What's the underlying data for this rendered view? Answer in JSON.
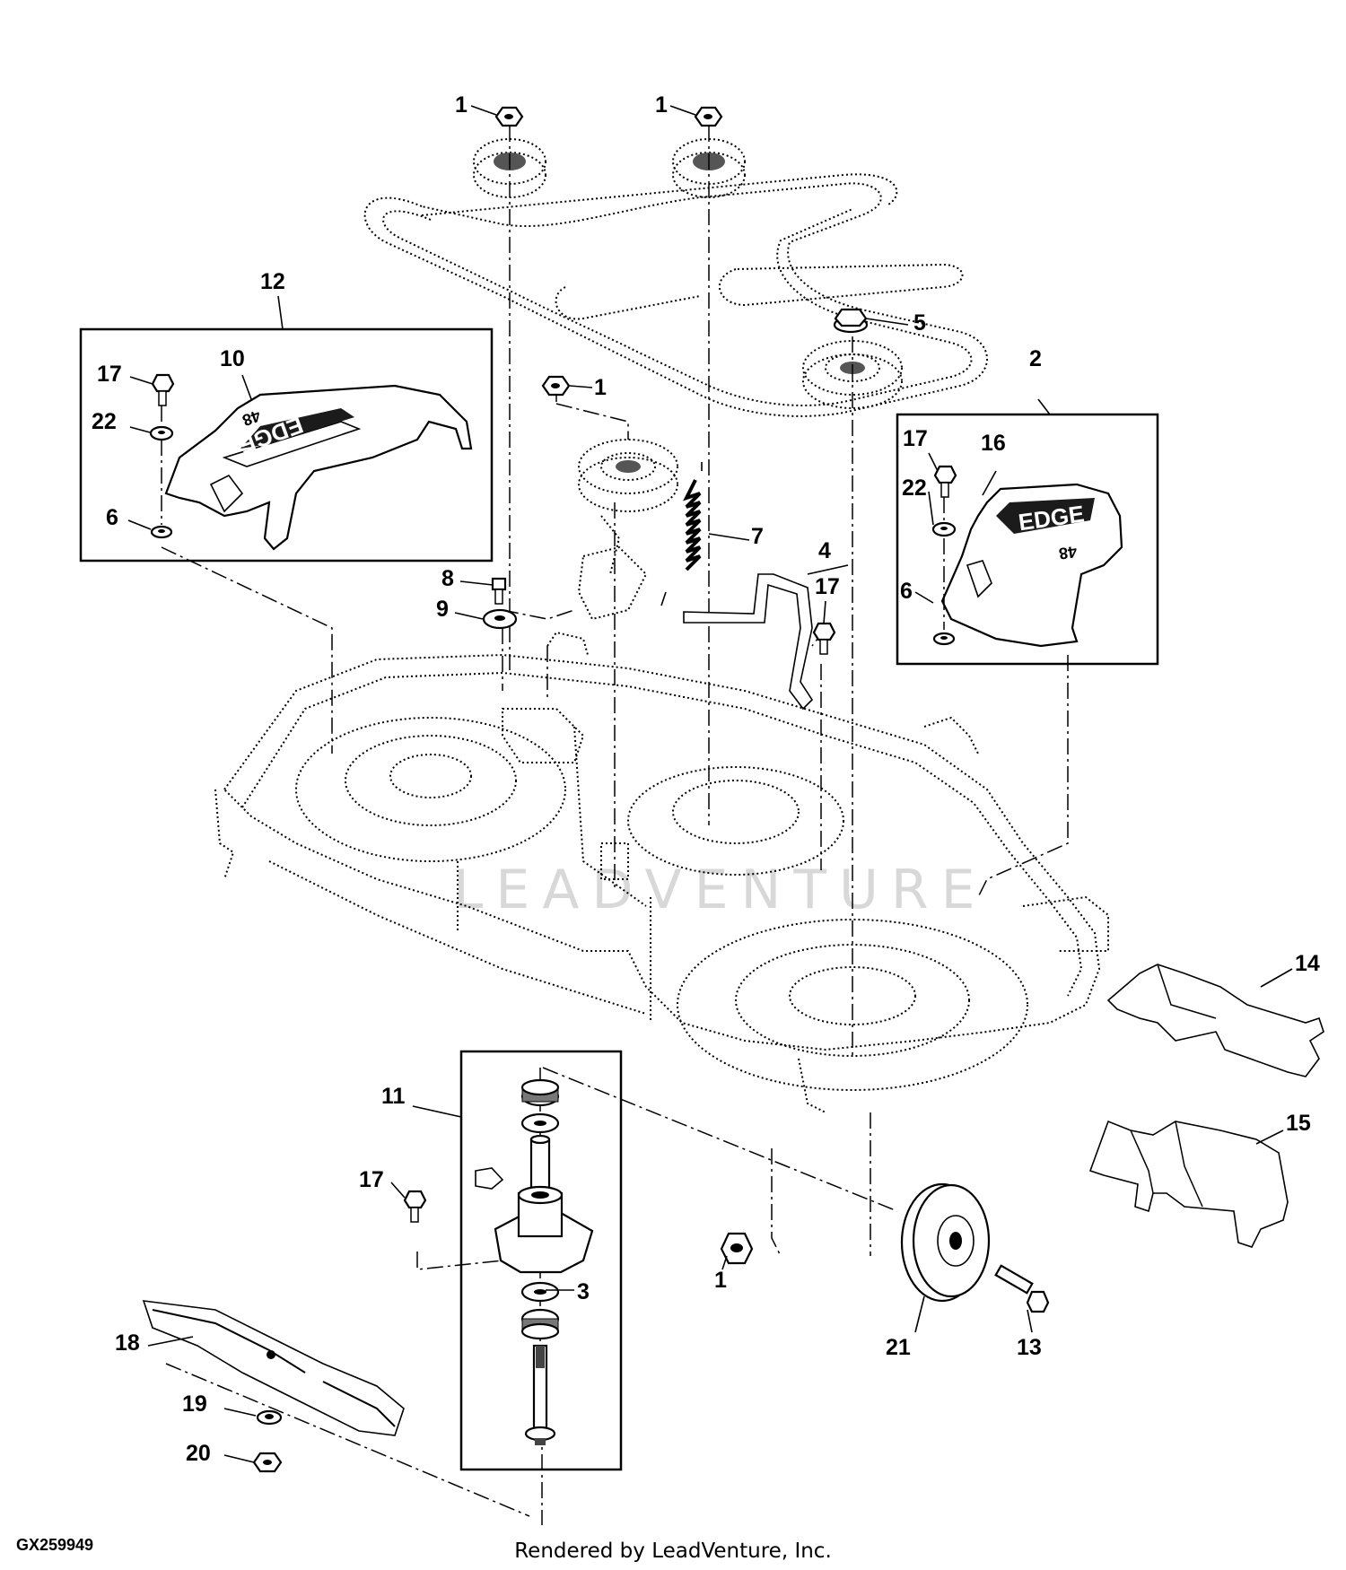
{
  "diagram": {
    "drawing_number": "GX259949",
    "render_credit": "Rendered by LeadVenture, Inc.",
    "watermark": "LEADVENTURE",
    "decal_text": "EDGE",
    "decal_size": "48"
  },
  "callouts": [
    {
      "id": "c1a",
      "label": "1"
    },
    {
      "id": "c1b",
      "label": "1"
    },
    {
      "id": "c1c",
      "label": "1"
    },
    {
      "id": "c1d",
      "label": "1"
    },
    {
      "id": "c2",
      "label": "2"
    },
    {
      "id": "c3",
      "label": "3"
    },
    {
      "id": "c4",
      "label": "4"
    },
    {
      "id": "c5",
      "label": "5"
    },
    {
      "id": "c6a",
      "label": "6"
    },
    {
      "id": "c6b",
      "label": "6"
    },
    {
      "id": "c7",
      "label": "7"
    },
    {
      "id": "c8",
      "label": "8"
    },
    {
      "id": "c9",
      "label": "9"
    },
    {
      "id": "c10",
      "label": "10"
    },
    {
      "id": "c11",
      "label": "11"
    },
    {
      "id": "c12",
      "label": "12"
    },
    {
      "id": "c13",
      "label": "13"
    },
    {
      "id": "c14",
      "label": "14"
    },
    {
      "id": "c15",
      "label": "15"
    },
    {
      "id": "c16",
      "label": "16"
    },
    {
      "id": "c17a",
      "label": "17"
    },
    {
      "id": "c17b",
      "label": "17"
    },
    {
      "id": "c17c",
      "label": "17"
    },
    {
      "id": "c17d",
      "label": "17"
    },
    {
      "id": "c18",
      "label": "18"
    },
    {
      "id": "c19",
      "label": "19"
    },
    {
      "id": "c20",
      "label": "20"
    },
    {
      "id": "c21",
      "label": "21"
    },
    {
      "id": "c22a",
      "label": "22"
    },
    {
      "id": "c22b",
      "label": "22"
    }
  ]
}
